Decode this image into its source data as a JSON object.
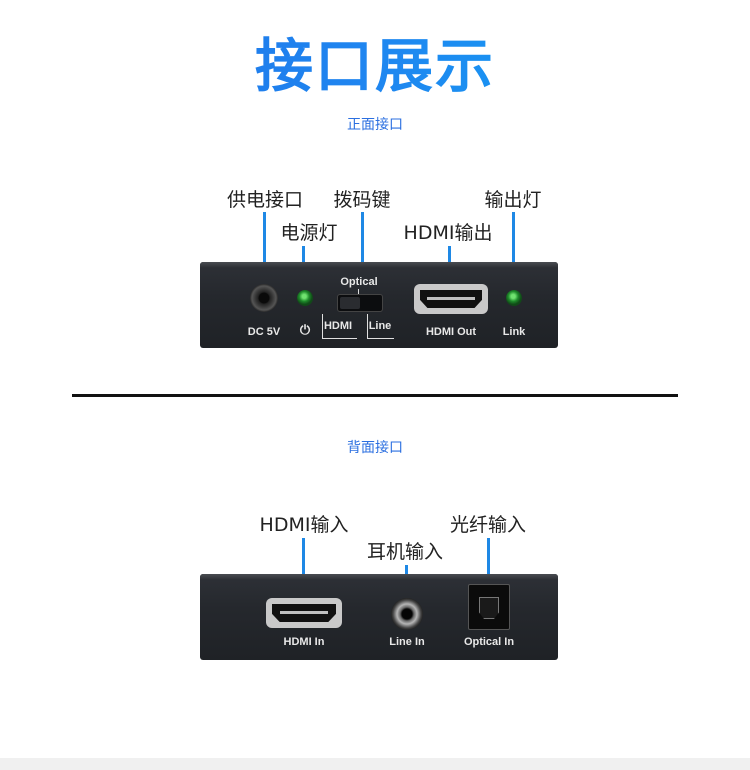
{
  "header": {
    "title": "接口展示"
  },
  "front": {
    "section_title": "正面接口",
    "labels": {
      "power_port": "供电接口",
      "power_led": "电源灯",
      "dip_switch": "拨码键",
      "hdmi_output": "HDMI输出",
      "output_led": "输出灯"
    },
    "panel": {
      "dc": "DC 5V",
      "power_symbol": "⏻",
      "optical": "Optical",
      "hdmi": "HDMI",
      "line": "Line",
      "hdmi_out": "HDMI Out",
      "link": "Link"
    }
  },
  "back": {
    "section_title": "背面接口",
    "labels": {
      "hdmi_input": "HDMI输入",
      "line_input": "耳机输入",
      "optical_input": "光纤输入"
    },
    "panel": {
      "hdmi_in": "HDMI In",
      "line_in": "Line In",
      "optical_in": "Optical In"
    }
  },
  "colors": {
    "accent": "#1e88e5",
    "title_start": "#1f6fe6",
    "title_end": "#10a8f5",
    "panel": "#25282d"
  }
}
